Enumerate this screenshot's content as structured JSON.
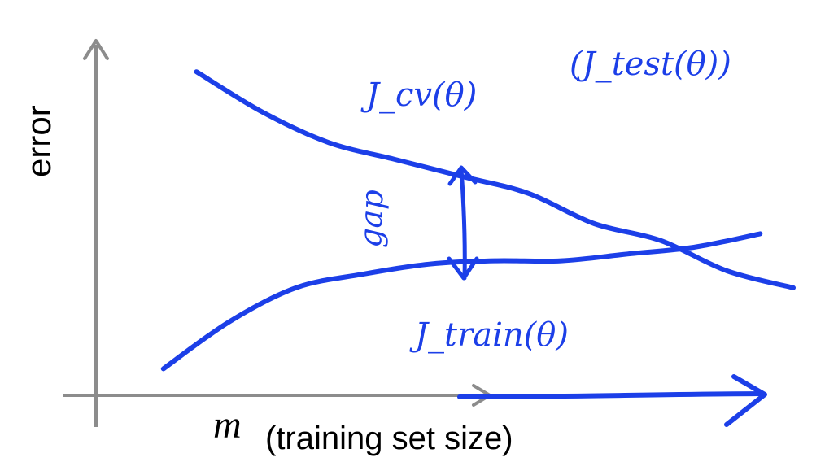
{
  "chart_data": {
    "type": "line",
    "title": "",
    "xlabel_var": "m",
    "xlabel_text": "(training set size)",
    "ylabel": "error",
    "grid": false,
    "xlim": [
      0,
      1
    ],
    "ylim": [
      0,
      1
    ],
    "series": [
      {
        "name": "J_cv(θ)",
        "x": [
          0.1,
          0.2,
          0.3,
          0.4,
          0.5,
          0.6,
          0.7,
          0.8,
          0.9,
          1.0
        ],
        "values": [
          0.92,
          0.8,
          0.71,
          0.66,
          0.61,
          0.56,
          0.47,
          0.42,
          0.33,
          0.28
        ]
      },
      {
        "name": "J_train(θ)",
        "x": [
          0.05,
          0.15,
          0.25,
          0.35,
          0.45,
          0.55,
          0.65,
          0.75,
          0.85,
          0.95
        ],
        "values": [
          0.04,
          0.18,
          0.28,
          0.32,
          0.35,
          0.36,
          0.36,
          0.38,
          0.4,
          0.44
        ]
      }
    ],
    "annotations": {
      "cv_label": "J_cv(θ)",
      "test_label": "(J_test(θ))",
      "gap_label": "gap",
      "train_label": "J_train(θ)"
    },
    "colors": {
      "ink": "#1c3fe8",
      "axis": "#8c8c8c",
      "text": "#000000"
    }
  }
}
